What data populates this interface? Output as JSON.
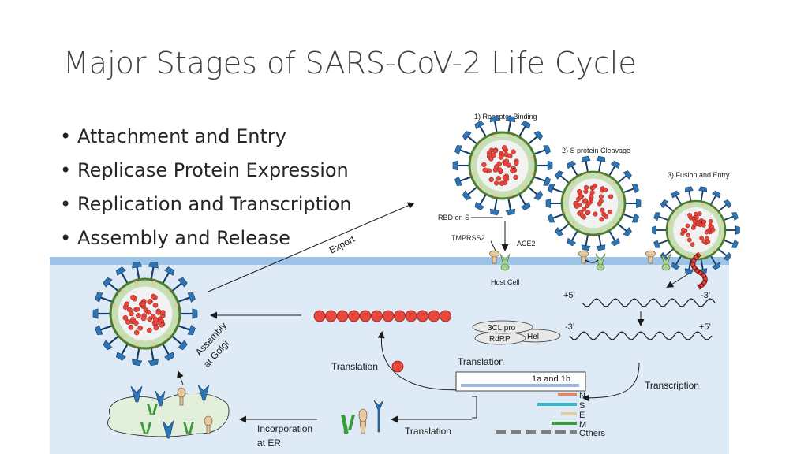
{
  "slide": {
    "title": "Major Stages of SARS-CoV-2 Life Cycle",
    "bullets": [
      "Attachment and Entry",
      "Replicase Protein Expression",
      "Replication and Transcription",
      "Assembly and Release"
    ]
  },
  "diagram": {
    "steps": [
      "1) Receptor Binding",
      "2) S protein Cleavage",
      "3) Fusion and Entry"
    ],
    "labels": {
      "rbd": "RBD on S",
      "tmprss2": "TMPRSS2",
      "ace2": "ACE2",
      "host_cell": "Host Cell",
      "export": "Export",
      "assembly_line1": "Assembly",
      "assembly_line2": "at Golgi",
      "translation_left": "Translation",
      "translation_mid": "Translation",
      "translation_bottom": "Translation",
      "transcription": "Transcription",
      "incorporation_line1": "Incorporation",
      "incorporation_line2": "at ER",
      "plus5_top": "+5’",
      "minus3_top": "-3’",
      "minus3_mid": "-3’",
      "plus5_mid": "+5’",
      "protein_3cl": "3CL pro",
      "protein_rdrp": "RdRP",
      "protein_hel": "Hel",
      "orf_1ab": "1a and 1b",
      "gene_n": "N",
      "gene_s": "S",
      "gene_e": "E",
      "gene_m": "M",
      "gene_others": "Others"
    },
    "colors": {
      "membrane": "#9dc3e6",
      "cytoplasm": "#deebf7",
      "spike": "#2e75b6",
      "envelope_green": "#70ad47",
      "rna_red": "#e8483b",
      "golgi": "#e2efda",
      "gene_n": "#e0846a",
      "gene_s": "#2fb9c9",
      "gene_e": "#e7c9a0",
      "gene_m": "#3a9b3c",
      "gene_others": "#7f7f7f",
      "orf_1ab": "#9db8e0"
    }
  }
}
